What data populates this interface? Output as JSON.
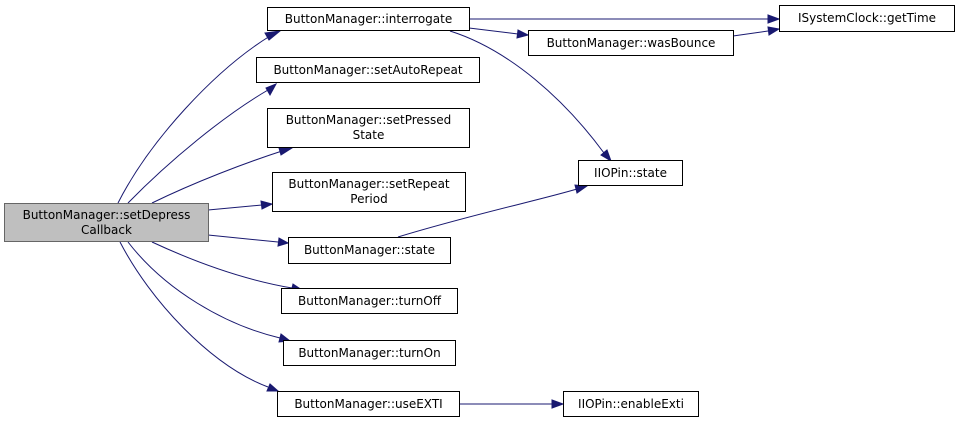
{
  "graph": {
    "colors": {
      "edge": "#191970",
      "root_fill": "#bfbfbf",
      "node_border": "#000000"
    },
    "nodes": {
      "setdepresscallback": {
        "line1": "ButtonManager::setDepress",
        "line2": "Callback"
      },
      "interrogate": {
        "line1": "ButtonManager::interrogate"
      },
      "setautorepeat": {
        "line1": "ButtonManager::setAutoRepeat"
      },
      "setpressedstate": {
        "line1": "ButtonManager::setPressed",
        "line2": "State"
      },
      "setrepeatperiod": {
        "line1": "ButtonManager::setRepeat",
        "line2": "Period"
      },
      "bm_state": {
        "line1": "ButtonManager::state"
      },
      "turnoff": {
        "line1": "ButtonManager::turnOff"
      },
      "turnon": {
        "line1": "ButtonManager::turnOn"
      },
      "useexti": {
        "line1": "ButtonManager::useEXTI"
      },
      "wasbounce": {
        "line1": "ButtonManager::wasBounce"
      },
      "gettime": {
        "line1": "ISystemClock::getTime"
      },
      "iiopin_state": {
        "line1": "IIOPin::state"
      },
      "enableexti": {
        "line1": "IIOPin::enableExti"
      }
    }
  }
}
